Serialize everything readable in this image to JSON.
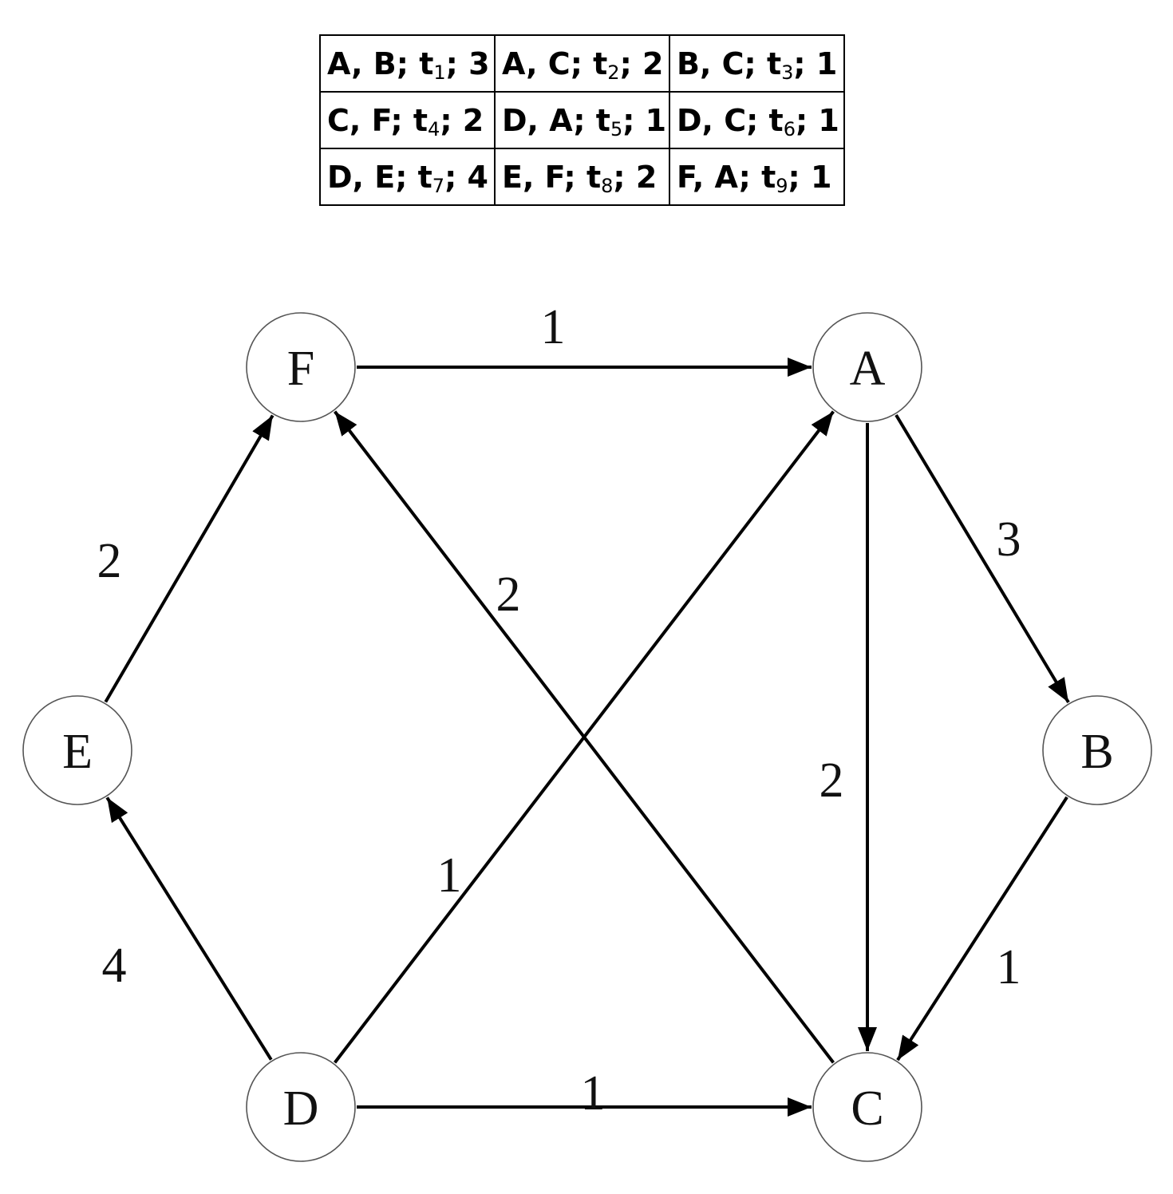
{
  "table": {
    "rows": [
      [
        {
          "from": "A",
          "to": "B",
          "t": "1",
          "weight": "3"
        },
        {
          "from": "A",
          "to": "C",
          "t": "2",
          "weight": "2"
        },
        {
          "from": "B",
          "to": "C",
          "t": "3",
          "weight": "1"
        }
      ],
      [
        {
          "from": "C",
          "to": "F",
          "t": "4",
          "weight": "2"
        },
        {
          "from": "D",
          "to": "A",
          "t": "5",
          "weight": "1"
        },
        {
          "from": "D",
          "to": "C",
          "t": "6",
          "weight": "1"
        }
      ],
      [
        {
          "from": "D",
          "to": "E",
          "t": "7",
          "weight": "4"
        },
        {
          "from": "E",
          "to": "F",
          "t": "8",
          "weight": "2"
        },
        {
          "from": "F",
          "to": "A",
          "t": "9",
          "weight": "1"
        }
      ]
    ]
  },
  "graph": {
    "nodes": [
      {
        "id": "F",
        "label": "F"
      },
      {
        "id": "A",
        "label": "A"
      },
      {
        "id": "E",
        "label": "E"
      },
      {
        "id": "B",
        "label": "B"
      },
      {
        "id": "D",
        "label": "D"
      },
      {
        "id": "C",
        "label": "C"
      }
    ],
    "edges": [
      {
        "from": "F",
        "to": "A",
        "weight": "1"
      },
      {
        "from": "A",
        "to": "B",
        "weight": "3"
      },
      {
        "from": "A",
        "to": "C",
        "weight": "2"
      },
      {
        "from": "B",
        "to": "C",
        "weight": "1"
      },
      {
        "from": "D",
        "to": "C",
        "weight": "1"
      },
      {
        "from": "D",
        "to": "A",
        "weight": "1"
      },
      {
        "from": "C",
        "to": "F",
        "weight": "2"
      },
      {
        "from": "E",
        "to": "F",
        "weight": "2"
      },
      {
        "from": "D",
        "to": "E",
        "weight": "4"
      }
    ]
  }
}
